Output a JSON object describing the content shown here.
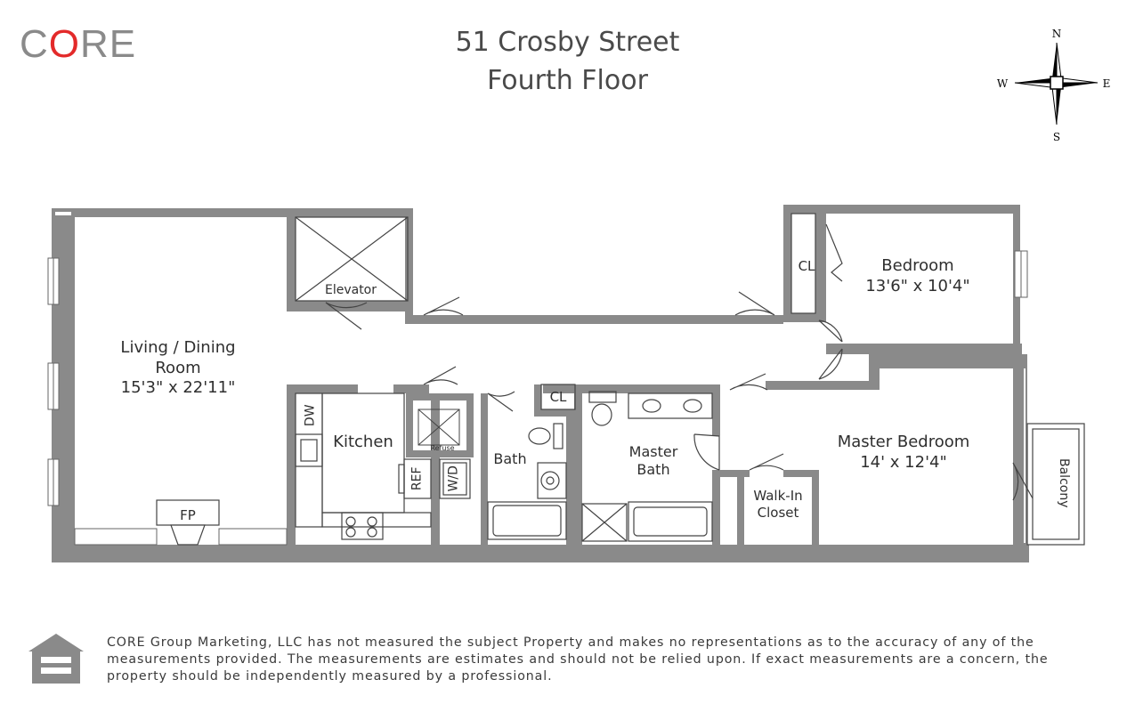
{
  "brand": {
    "logo_prefix": "C",
    "logo_o": "O",
    "logo_suffix": "RE"
  },
  "header": {
    "address": "51 Crosby Street",
    "floor": "Fourth Floor"
  },
  "compass": {
    "n": "N",
    "s": "S",
    "e": "E",
    "w": "W"
  },
  "rooms": {
    "living": {
      "name1": "Living / Dining",
      "name2": "Room",
      "dims": "15'3\" x 22'11\""
    },
    "kitchen": {
      "name": "Kitchen"
    },
    "bath": {
      "name": "Bath"
    },
    "master_bath": {
      "name1": "Master",
      "name2": "Bath"
    },
    "master_bedroom": {
      "name": "Master Bedroom",
      "dims": "14' x 12'4\""
    },
    "bedroom": {
      "name": "Bedroom",
      "dims": "13'6\" x 10'4\""
    },
    "walk_in": {
      "name1": "Walk-In",
      "name2": "Closet"
    },
    "elevator": {
      "name": "Elevator"
    },
    "balcony": {
      "name": "Balcony"
    }
  },
  "fixtures": {
    "fp": "FP",
    "dw": "DW",
    "ref": "REF",
    "wd": "W/D",
    "cl_bedroom": "CL",
    "cl_hall": "CL",
    "refuse": "Refuse"
  },
  "disclaimer": "CORE Group Marketing, LLC has not measured the subject Property and makes no representations as to the accuracy of any of the measurements provided. The measurements are estimates and should not be relied upon. If exact measurements are a concern, the property should be independently measured by a professional.",
  "colors": {
    "wall": "#8a8a8a",
    "logo_accent": "#e32a2a",
    "logo_gray": "#8a8a8a"
  }
}
